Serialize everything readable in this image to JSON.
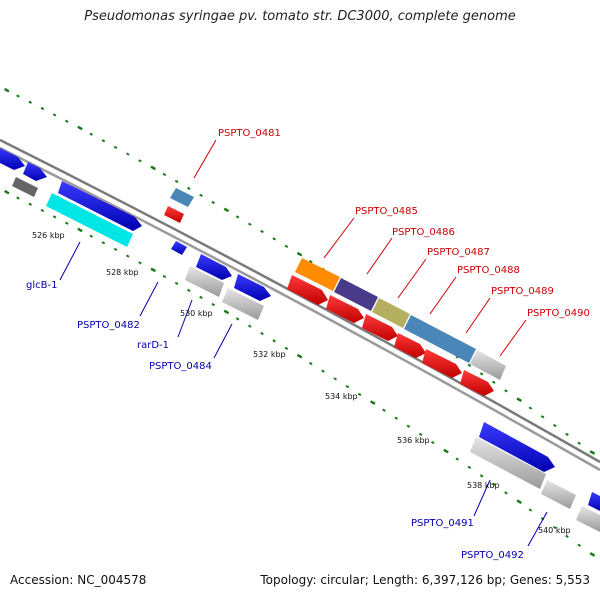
{
  "title": "Pseudomonas syringae pv. tomato str. DC3000, complete genome",
  "footer": {
    "accession": "Accession: NC_004578",
    "summary": "Topology: circular; Length: 6,397,126 bp; Genes: 5,553"
  },
  "ruler": [
    "526 kbp",
    "528 kbp",
    "530 kbp",
    "532 kbp",
    "534 kbp",
    "536 kbp",
    "538 kbp",
    "540 kbp"
  ],
  "labels": [
    {
      "text": "PSPTO_0481",
      "color": "#cc0000"
    },
    {
      "text": "PSPTO_0485",
      "color": "#cc0000"
    },
    {
      "text": "PSPTO_0486",
      "color": "#cc0000"
    },
    {
      "text": "PSPTO_0487",
      "color": "#cc0000"
    },
    {
      "text": "PSPTO_0488",
      "color": "#cc0000"
    },
    {
      "text": "PSPTO_0489",
      "color": "#cc0000"
    },
    {
      "text": "PSPTO_0490",
      "color": "#cc0000"
    },
    {
      "text": "glcB-1",
      "color": "#0000aa"
    },
    {
      "text": "PSPTO_0482",
      "color": "#0000aa"
    },
    {
      "text": "rarD-1",
      "color": "#0000aa"
    },
    {
      "text": "PSPTO_0484",
      "color": "#0000aa"
    },
    {
      "text": "PSPTO_0491",
      "color": "#0000aa"
    },
    {
      "text": "PSPTO_0492",
      "color": "#0000aa"
    }
  ],
  "colors": {
    "cds": "#0000ee",
    "gene": "#ee0000",
    "misc": "#b8b8b8",
    "backbone": "#808080",
    "tick": "#1a7a1a",
    "cyan": "#00e5e5",
    "orange": "#ff8c00",
    "purple": "#4a3a8a",
    "olive": "#b5b060",
    "steelblue": "#4a86b8",
    "darkgray": "#666666"
  }
}
